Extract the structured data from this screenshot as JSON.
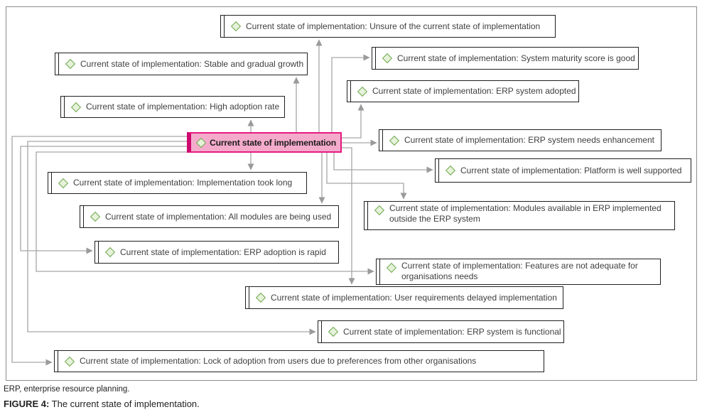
{
  "diagram": {
    "center": {
      "label": "Current state of implementation"
    },
    "nodes": [
      {
        "id": "unsure",
        "label": "Current state of implementation: Unsure of the current state of implementation"
      },
      {
        "id": "stable-growth",
        "label": "Current state of implementation: Stable and gradual growth"
      },
      {
        "id": "maturity-good",
        "label": "Current state of implementation: System maturity score is good"
      },
      {
        "id": "high-adoption",
        "label": "Current state of implementation: High adoption rate"
      },
      {
        "id": "erp-adopted",
        "label": "Current state of implementation: ERP system adopted"
      },
      {
        "id": "needs-enhancement",
        "label": "Current state of implementation: ERP system needs enhancement"
      },
      {
        "id": "well-supported",
        "label": "Current state of implementation: Platform is well supported"
      },
      {
        "id": "took-long",
        "label": "Current state of implementation: Implementation took long"
      },
      {
        "id": "modules-outside",
        "label": "Current state of implementation: Modules available in ERP implemented outside the ERP system"
      },
      {
        "id": "all-modules",
        "label": "Current state of implementation: All modules are being used"
      },
      {
        "id": "adoption-rapid",
        "label": "Current state of implementation: ERP adoption is rapid"
      },
      {
        "id": "features-inadequate",
        "label": "Current state of implementation: Features are not adequate for organisations needs"
      },
      {
        "id": "user-requirements",
        "label": "Current state of implementation: User requirements delayed implementation"
      },
      {
        "id": "functional",
        "label": "Current state of implementation: ERP system is functional"
      },
      {
        "id": "lock-adoption",
        "label": "Current state of implementation: Lock of adoption from users due to preferences from other organisations"
      }
    ],
    "colors": {
      "center_fill": "#f4abcb",
      "center_border": "#e61980",
      "center_bar": "#cf0a6f",
      "diamond_fill": "#e6f2d9",
      "diamond_border": "#6fa84f",
      "arrow_gray": "#a6a6a6",
      "node_border": "#1f1f1f"
    }
  },
  "caption": {
    "note": "ERP, enterprise resource planning.",
    "figure_label": "FIGURE 4:",
    "figure_text": " The current state of implementation."
  }
}
